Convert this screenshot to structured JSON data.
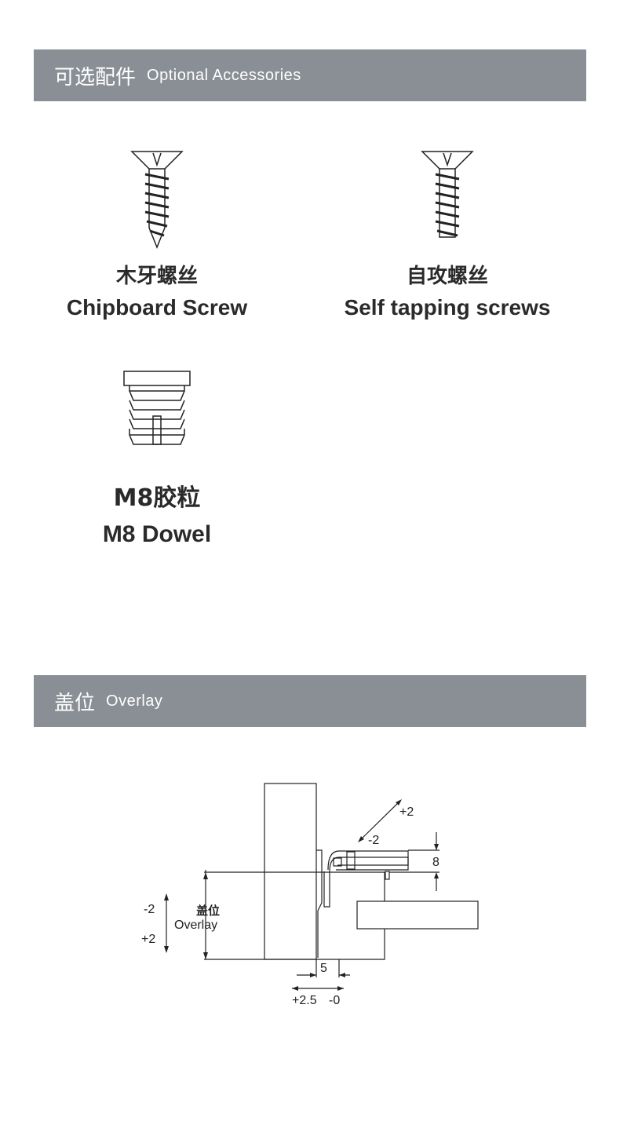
{
  "sections": {
    "accessories": {
      "title_cn": "可选配件",
      "title_en": "Optional Accessories"
    },
    "overlay": {
      "title_cn": "盖位",
      "title_en": "Overlay"
    }
  },
  "accessories": [
    {
      "icon": "chipboard-screw-icon",
      "name_cn": "木牙螺丝",
      "name_en": "Chipboard Screw"
    },
    {
      "icon": "self-tapping-screw-icon",
      "name_cn": "自攻螺丝",
      "name_en": "Self tapping screws"
    },
    {
      "icon": "dowel-icon",
      "name_cn": "M8胶粒",
      "name_en": "M8 Dowel"
    }
  ],
  "diagram": {
    "depth_plus": "+2",
    "depth_minus": "-2",
    "height": "8",
    "overlay_minus": "-2",
    "overlay_plus": "+2",
    "overlay_cn": "盖位",
    "overlay_en": "Overlay",
    "gap": "5",
    "side_plus": "+2.5",
    "side_minus": "-0"
  }
}
